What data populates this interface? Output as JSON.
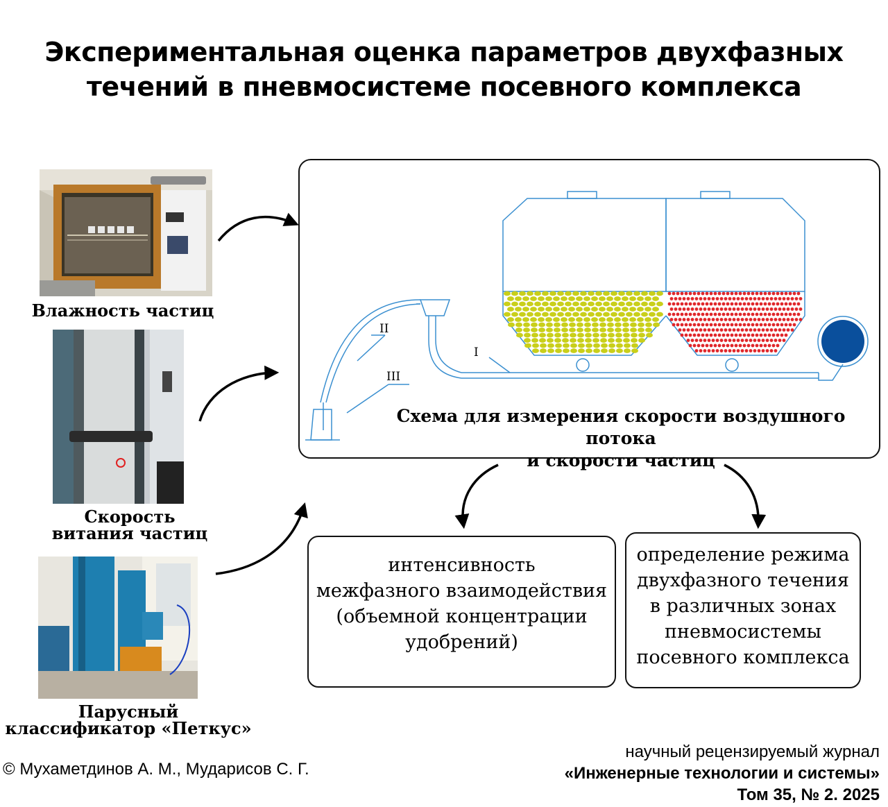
{
  "title": {
    "line1": "Экспериментальная оценка параметров двухфазных",
    "line2": "течений в пневмосистеме посевного комплекса"
  },
  "photos": [
    {
      "caption_lines": [
        "Влажность частиц"
      ]
    },
    {
      "caption_lines": [
        "Скорость",
        "витания частиц"
      ]
    },
    {
      "caption_lines": [
        "Парусный",
        "классификатор «Петкус»"
      ]
    }
  ],
  "scheme": {
    "labels": {
      "I": "I",
      "II": "II",
      "III": "III"
    },
    "caption_line1": "Схема для измерения скорости воздушного потока",
    "caption_line2": "и скорости частиц",
    "colors": {
      "line": "#3a8fd0",
      "yellow": "#c9cf1a",
      "red": "#e0262a",
      "fan": "#0a4f9c"
    }
  },
  "outcomes": [
    {
      "lines": [
        "интенсивность",
        "межфазного взаимодействия",
        "(объемной  концентрации",
        "удобрений)"
      ]
    },
    {
      "lines": [
        "определение режима",
        "двухфазного течения",
        "в различных зонах",
        "пневмосистемы",
        "посевного комплекса"
      ]
    }
  ],
  "footer": {
    "copyright": "© Мухаметдинов А. М., Мударисов С. Г.",
    "journal_line1": "научный рецензируемый журнал",
    "journal_line2": "«Инженерные технологии и системы»",
    "journal_line3": "Том 35, № 2. 2025"
  }
}
